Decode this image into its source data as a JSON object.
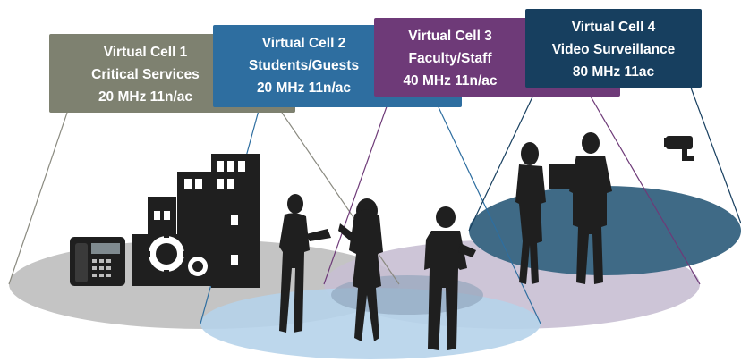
{
  "cells": [
    {
      "line1": "Virtual Cell 1",
      "line2": "Critical Services",
      "line3": "20 MHz 11n/ac",
      "color": "#7e8170"
    },
    {
      "line1": "Virtual Cell 2",
      "line2": "Students/Guests",
      "line3": "20 MHz 11n/ac",
      "color": "#2e6ea0"
    },
    {
      "line1": "Virtual Cell 3",
      "line2": "Faculty/Staff",
      "line3": "40 MHz 11n/ac",
      "color": "#6e3a78"
    },
    {
      "line1": "Virtual Cell 4",
      "line2": "Video Surveillance",
      "line3": "80 MHz 11ac",
      "color": "#173f5f"
    }
  ],
  "icons": [
    "building-gears-icon",
    "desk-phone-icon",
    "security-camera-icon",
    "person-silhouette-icon"
  ],
  "colors": {
    "floor1": "#c4c4c4",
    "floor2": "#b6d3ea",
    "floor3": "#c8bfd3",
    "floor4": "#3f6a86",
    "silhouette": "#1f1f1f"
  }
}
